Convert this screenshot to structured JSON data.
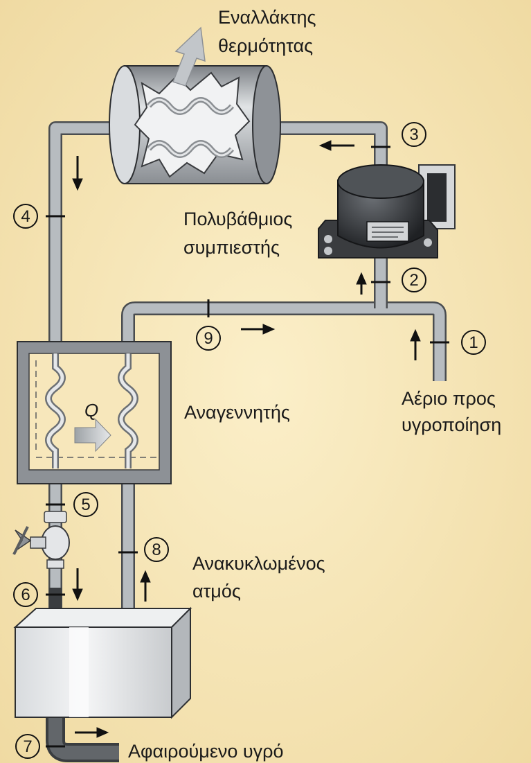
{
  "labels": {
    "heat_exchanger": [
      "Εναλλάκτης",
      "θερμότητας"
    ],
    "compressor": [
      "Πολυβάθμιος",
      "συμπιεστής"
    ],
    "regenerator": "Αναγεννητής",
    "gas_in": [
      "Αέριο προς",
      "υγροποίηση"
    ],
    "recycled_vapor": [
      "Ανακυκλωμένος",
      "ατμός"
    ],
    "liquid_out": "Αφαιρούμενο υγρό",
    "heat_symbol": "Q"
  },
  "state_points": [
    "1",
    "2",
    "3",
    "4",
    "5",
    "6",
    "7",
    "8",
    "9"
  ],
  "colors": {
    "background": "#f6e6b8",
    "pipe": "#b7bcc0",
    "pipe_edge": "#4a4d50",
    "frame": "#8d9196",
    "ink": "#1a1a1a"
  }
}
